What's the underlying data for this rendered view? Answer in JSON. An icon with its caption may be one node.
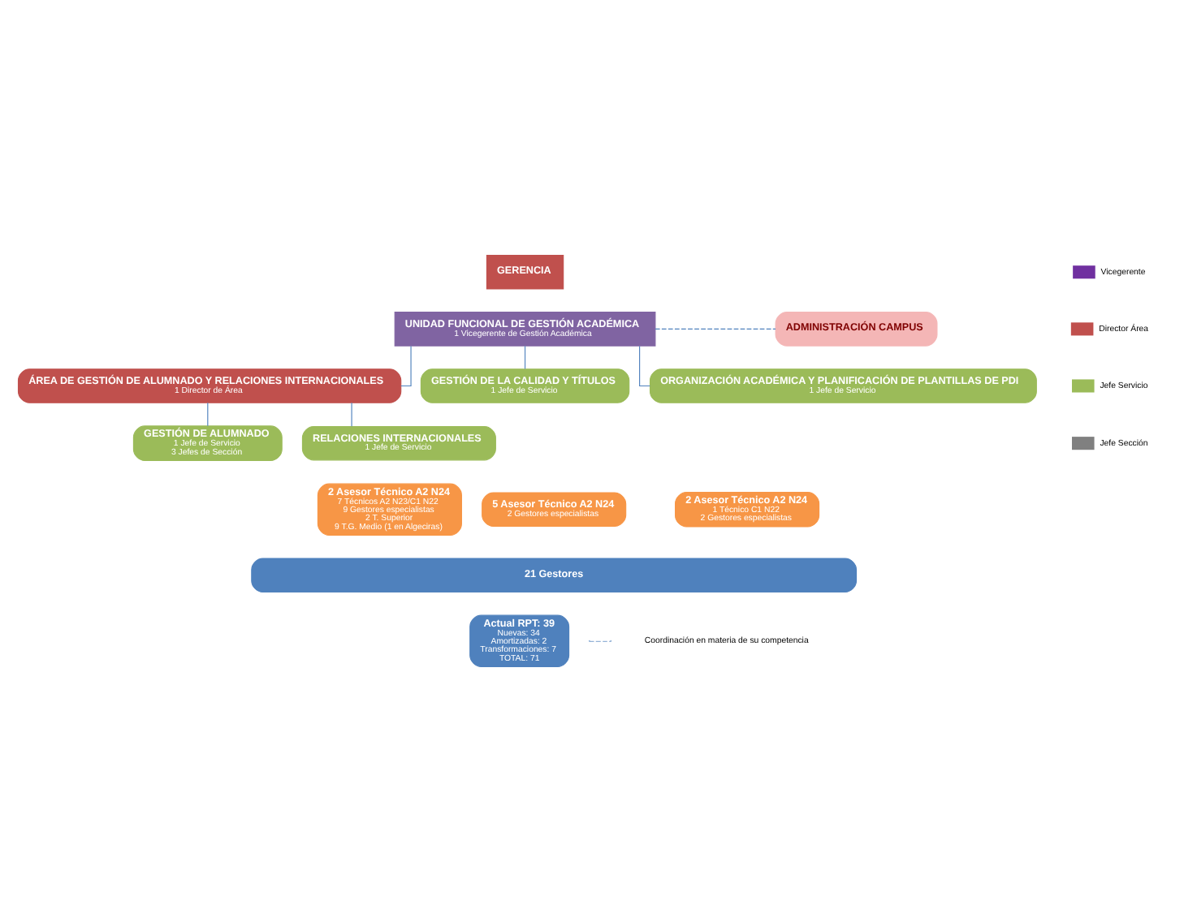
{
  "diagram": {
    "nodes": [
      {
        "text": [
          "GERENCIA"
        ]
      },
      {
        "text": [
          "UNIDAD FUNCIONAL DE GESTIÓN ACADÉMICA",
          "1 Vicegerente de Gestión Académica"
        ]
      },
      {
        "text": [
          "ADMINISTRACIÓN CAMPUS"
        ]
      },
      {
        "text": [
          "ÁREA DE GESTIÓN DE ALUMNADO Y RELACIONES INTERNACIONALES",
          "1 Director de Área"
        ]
      },
      {
        "text": [
          "GESTIÓN DE ALUMNADO",
          "1 Jefe de Servicio",
          "3 Jefes de Sección"
        ]
      },
      {
        "text": [
          "RELACIONES INTERNACIONALES",
          "1 Jefe de Servicio"
        ]
      },
      {
        "text": [
          "GESTIÓN DE LA CALIDAD Y TÍTULOS",
          "1 Jefe de Servicio"
        ]
      },
      {
        "text": [
          "ORGANIZACIÓN ACADÉMICA Y PLANIFICACIÓN DE PLANTILLAS DE PDI",
          "1 Jefe de Servicio"
        ]
      },
      {
        "text": [
          "2 Asesor Técnico A2 N24",
          "7 Técnicos A2 N23/C1 N22",
          "9 Gestores especialistas",
          "2 T. Superior",
          "9 T.G. Medio (1 en Algeciras)"
        ]
      },
      {
        "text": [
          "5 Asesor Técnico A2 N24",
          "2 Gestores especialistas"
        ]
      },
      {
        "text": [
          "2 Asesor Técnico A2 N24",
          "1 Técnico C1 N22",
          "2 Gestores especialistas"
        ]
      },
      {
        "text": [
          "21 Gestores"
        ]
      },
      {
        "text": [
          "Actual RPT: 39",
          "Nuevas: 34",
          "Amortizadas: 2",
          "Transformaciones: 7",
          "TOTAL: 71"
        ]
      }
    ],
    "edges": [
      {
        "from": 1,
        "to": 2,
        "arrow": "none",
        "style": "dashed"
      },
      {
        "from": 1,
        "to": 3,
        "arrow": "none"
      },
      {
        "from": 1,
        "to": 6,
        "arrow": "none"
      },
      {
        "from": 1,
        "to": 7,
        "arrow": "none"
      },
      {
        "from": 3,
        "to": 4,
        "arrow": "none"
      },
      {
        "from": 3,
        "to": 5,
        "arrow": "none"
      }
    ],
    "legend": [
      {
        "text": "Vicegerente",
        "color": "#7030a0"
      },
      {
        "text": "Director Área",
        "color": "#c0504d"
      },
      {
        "text": "Jefe Servicio",
        "color": "#9bbb59"
      },
      {
        "text": "Jefe Sección",
        "color": "#808080"
      },
      {
        "text": "Coordinación en materia de su competencia"
      }
    ]
  }
}
